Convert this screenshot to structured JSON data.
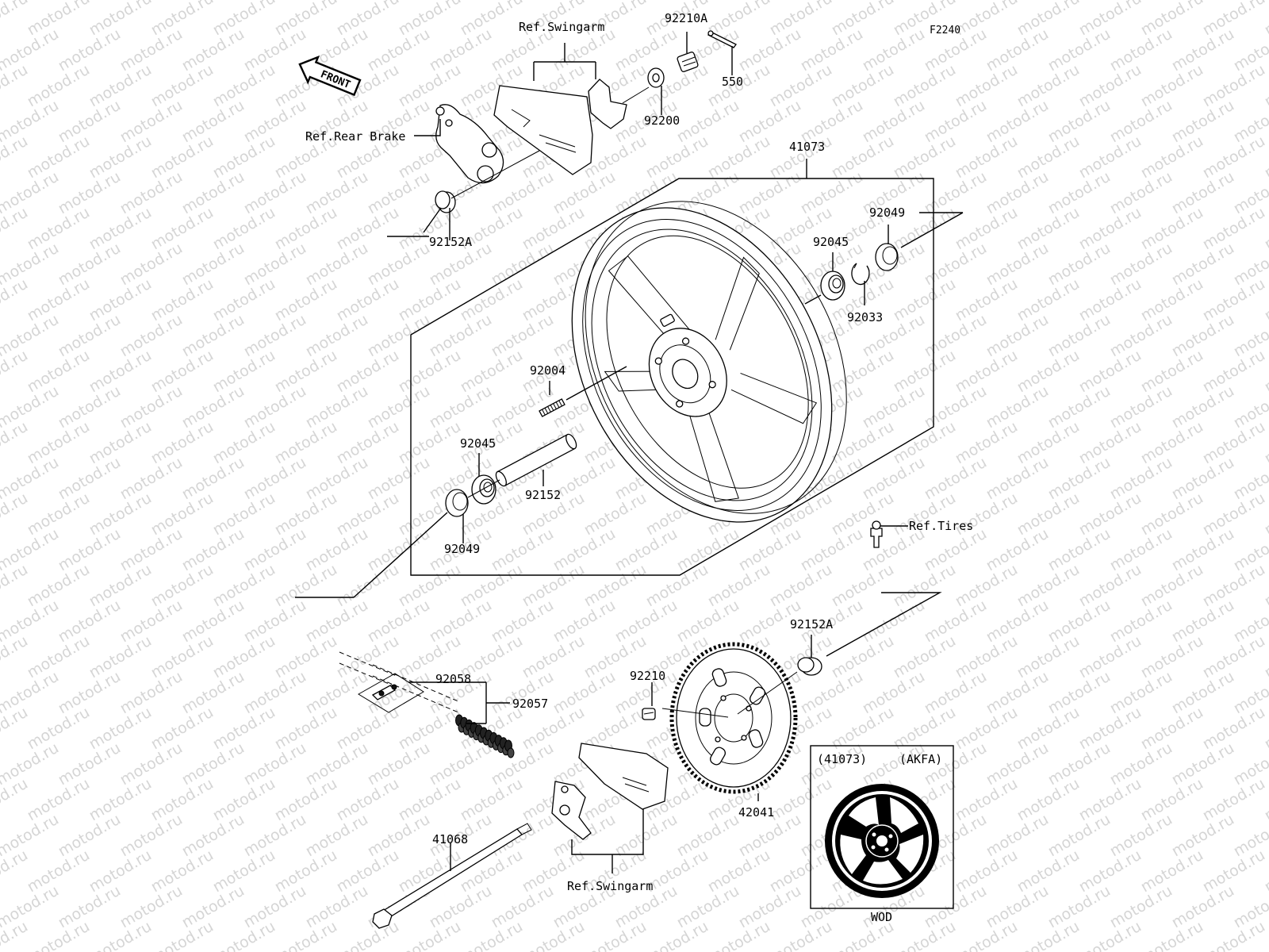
{
  "diagram": {
    "code": "F2240",
    "front_badge": "FRONT",
    "watermark": "motod.ru",
    "labels": {
      "ref_swingarm_top": "Ref.Swingarm",
      "ref_swingarm_bottom": "Ref.Swingarm",
      "ref_rear_brake": "Ref.Rear Brake",
      "ref_tires": "Ref.Tires",
      "p41073": "41073",
      "p92210A": "92210A",
      "p550": "550",
      "p92200": "92200",
      "p92152A_top": "92152A",
      "p92152A_bottom": "92152A",
      "p92049_right": "92049",
      "p92049_left": "92049",
      "p92045_right": "92045",
      "p92045_left": "92045",
      "p92033": "92033",
      "p92004": "92004",
      "p92152": "92152",
      "p92058": "92058",
      "p92057": "92057",
      "p92210": "92210",
      "p42041": "42041",
      "p41068": "41068"
    },
    "inset": {
      "part_ref": "(41073)",
      "variant": "(AKFA)",
      "caption": "WOD"
    }
  }
}
